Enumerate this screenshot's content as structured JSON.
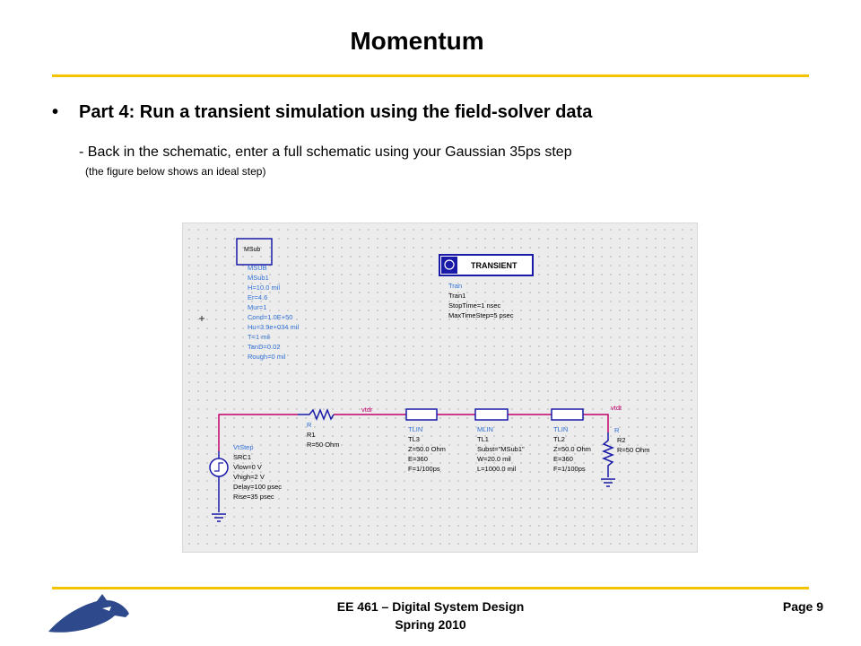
{
  "slide": {
    "title": "Momentum",
    "bullet_char": "•",
    "heading": "Part 4: Run a transient simulation using the field-solver data",
    "sub1": "- Back in the schematic, enter a full schematic using your Gaussian 35ps step",
    "sub2": "(the figure below shows an ideal step)"
  },
  "schematic": {
    "msub": {
      "box_label": "MSub",
      "lines": [
        "MSUB",
        "MSub1",
        "H=10.0 mil",
        "Er=4.6",
        "Mur=1",
        "Cond=1.0E+50",
        "Hu=3.9e+034 mil",
        "T=1 mil",
        "TanD=0.02",
        "Rough=0 mil"
      ]
    },
    "transient": {
      "box_label": "TRANSIENT",
      "lines": [
        "Tran",
        "Tran1",
        "StopTime=1 nsec",
        "MaxTimeStep=5 psec"
      ]
    },
    "nets": {
      "vtdr": "vtdr",
      "vtdt": "vtdt"
    },
    "source": {
      "lines": [
        "VtStep",
        "SRC1",
        "Vlow=0 V",
        "Vhigh=2 V",
        "Delay=100 psec",
        "Rise=35 psec"
      ]
    },
    "r1": {
      "lines": [
        "R",
        "R1",
        "R=50 Ohm"
      ]
    },
    "tl3": {
      "lines": [
        "TLIN",
        "TL3",
        "Z=50.0 Ohm",
        "E=360",
        "F=1/100ps"
      ]
    },
    "tl1": {
      "lines": [
        "MLIN",
        "TL1",
        "Subst=\"MSub1\"",
        "W=20.0 mil",
        "L=1000.0 mil"
      ]
    },
    "tl2": {
      "lines": [
        "TLIN",
        "TL2",
        "Z=50.0 Ohm",
        "E=360",
        "F=1/100ps"
      ]
    },
    "r2": {
      "lines": [
        "R",
        "R2",
        "R=50 Ohm"
      ]
    },
    "colors": {
      "wire": "#c0006a",
      "component": "#1a1aa8",
      "label": "#2f6fd6",
      "text": "#000000"
    }
  },
  "footer": {
    "course": "EE 461 – Digital System Design",
    "term": "Spring 2010",
    "page": "Page 9"
  },
  "colors": {
    "rule": "#f5c400",
    "logo": "#2e4a8c"
  }
}
